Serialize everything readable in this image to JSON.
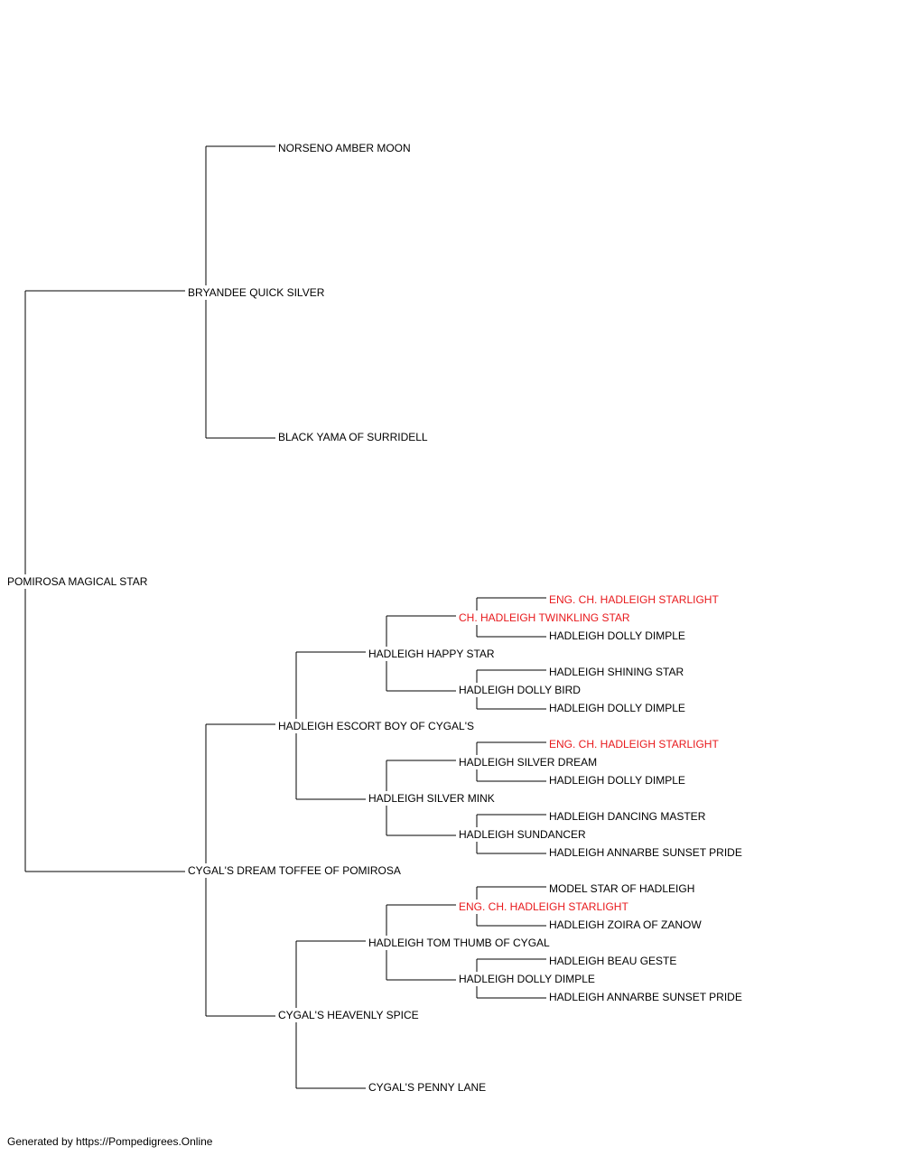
{
  "pedigree": {
    "subject": {
      "name": "POMIROSA MAGICAL STAR"
    },
    "sire": {
      "name": "BRYANDEE QUICK SILVER"
    },
    "sire_sire": {
      "name": "NORSENO AMBER MOON"
    },
    "sire_dam": {
      "name": "BLACK YAMA OF SURRIDELL"
    },
    "dam": {
      "name": "CYGAL'S DREAM TOFFEE OF POMIROSA"
    },
    "dam_sire": {
      "name": "HADLEIGH ESCORT BOY OF CYGAL'S"
    },
    "dam_sire_sire": {
      "name": "HADLEIGH HAPPY STAR"
    },
    "dam_sire_sire_sire": {
      "name": "CH. HADLEIGH TWINKLING STAR",
      "champion": true
    },
    "dam_sire_sire_sire_sire": {
      "name": "ENG. CH. HADLEIGH STARLIGHT",
      "champion": true
    },
    "dam_sire_sire_sire_dam": {
      "name": "HADLEIGH DOLLY DIMPLE"
    },
    "dam_sire_sire_dam": {
      "name": "HADLEIGH DOLLY BIRD"
    },
    "dam_sire_sire_dam_sire": {
      "name": "HADLEIGH SHINING STAR"
    },
    "dam_sire_sire_dam_dam": {
      "name": "HADLEIGH DOLLY DIMPLE"
    },
    "dam_sire_dam": {
      "name": "HADLEIGH SILVER MINK"
    },
    "dam_sire_dam_sire": {
      "name": "HADLEIGH SILVER DREAM"
    },
    "dam_sire_dam_sire_sire": {
      "name": "ENG. CH. HADLEIGH STARLIGHT",
      "champion": true
    },
    "dam_sire_dam_sire_dam": {
      "name": "HADLEIGH DOLLY DIMPLE"
    },
    "dam_sire_dam_dam": {
      "name": "HADLEIGH SUNDANCER"
    },
    "dam_sire_dam_dam_sire": {
      "name": "HADLEIGH DANCING MASTER"
    },
    "dam_sire_dam_dam_dam": {
      "name": "HADLEIGH ANNARBE SUNSET PRIDE"
    },
    "dam_dam": {
      "name": "CYGAL'S HEAVENLY SPICE"
    },
    "dam_dam_sire": {
      "name": "HADLEIGH TOM THUMB OF CYGAL"
    },
    "dam_dam_sire_sire": {
      "name": "ENG. CH. HADLEIGH STARLIGHT",
      "champion": true
    },
    "dam_dam_sire_sire_sire": {
      "name": "MODEL STAR OF HADLEIGH"
    },
    "dam_dam_sire_sire_dam": {
      "name": "HADLEIGH ZOIRA OF ZANOW"
    },
    "dam_dam_sire_dam": {
      "name": "HADLEIGH DOLLY DIMPLE"
    },
    "dam_dam_sire_dam_sire": {
      "name": "HADLEIGH BEAU GESTE"
    },
    "dam_dam_sire_dam_dam": {
      "name": "HADLEIGH ANNARBE SUNSET PRIDE"
    },
    "dam_dam_dam": {
      "name": "CYGAL'S PENNY LANE"
    }
  },
  "colors": {
    "line": "#000000",
    "text": "#000000",
    "champion": "#e8191c",
    "background": "#ffffff"
  },
  "footer": {
    "text": "Generated by https://Pompedigrees.Online"
  }
}
